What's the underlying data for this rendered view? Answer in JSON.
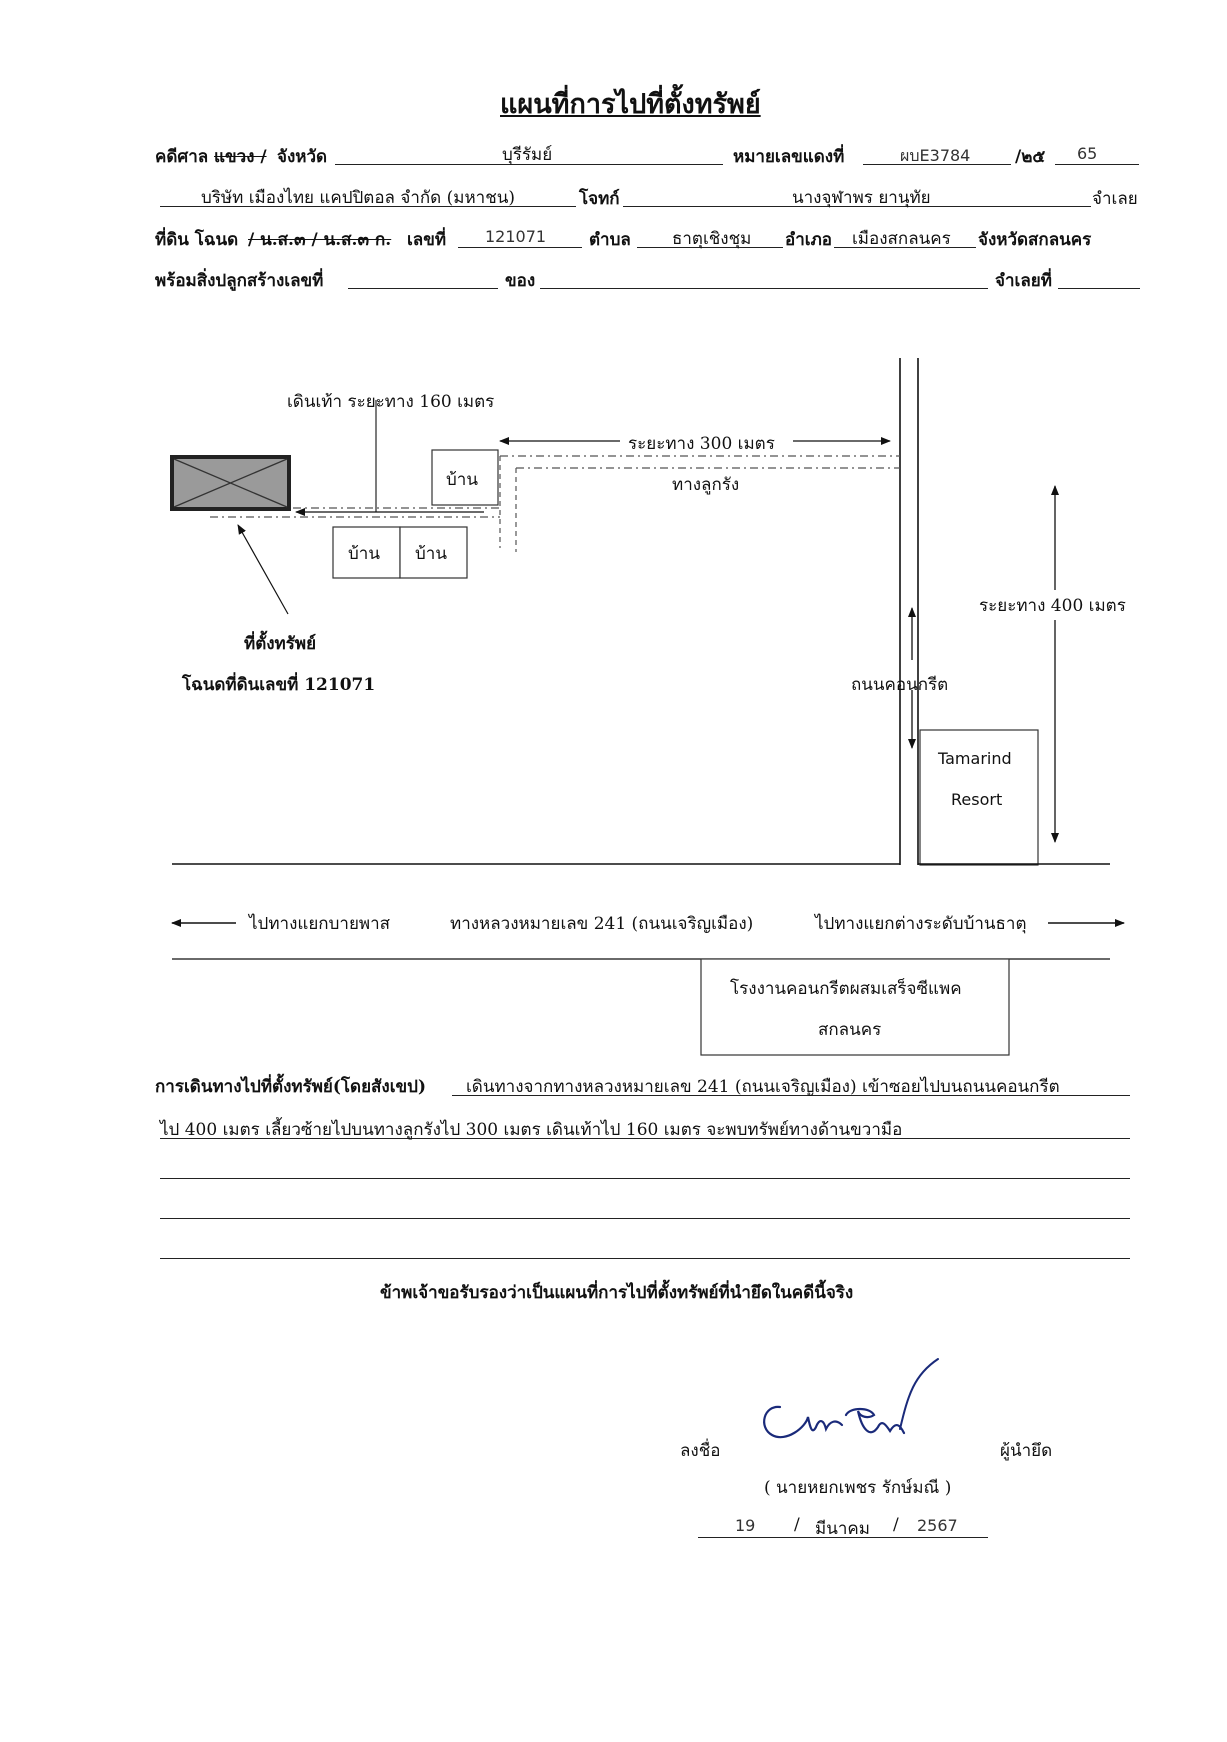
{
  "title": "แผนที่การไปที่ตั้งทรัพย์",
  "header": {
    "court_label": "คดีศาล",
    "court_strike": "แขวง /",
    "court_province_label": "จังหวัด",
    "court_province_value": "บุรีรัมย์",
    "redcase_label": "หมายเลขแดงที่",
    "redcase_value": "ผบE3784",
    "year_sep": "/๒๕",
    "year_value": "65",
    "plaintiff_value": "บริษัท เมืองไทย แคปปิตอล จำกัด (มหาชน)",
    "plaintiff_label": "โจทก์",
    "defendant_value": "นางจุฬาพร ยานุทัย",
    "defendant_label": "จำเลย",
    "land_label": "ที่ดิน โฉนด",
    "land_strike": "/ น.ส.๓ / น.ส.๓ ก.",
    "number_label": "เลขที่",
    "number_value": "121071",
    "tambon_label": "ตำบล",
    "tambon_value": "ธาตุเชิงชุม",
    "amphoe_label": "อำเภอ",
    "amphoe_value": "เมืองสกลนคร",
    "province_label": "จังหวัดสกลนคร",
    "building_label": "พร้อมสิ่งปลูกสร้างเลขที่",
    "of_label": "ของ",
    "defendant_no_label": "จำเลยที่"
  },
  "map": {
    "walk_label": "เดินเท้า ระยะทาง 160 เมตร",
    "dist300_label": "ระยะทาง 300 เมตร",
    "lane_label": "ทางลูกรัง",
    "house_label": "บ้าน",
    "dist400_label": "ระยะทาง 400 เมตร",
    "property_label": "ที่ตั้งทรัพย์",
    "deed_label": "โฉนดที่ดินเลขที่ 121071",
    "concrete_road_label": "ถนนคอนกรีต",
    "resort_line1": "Tamarind",
    "resort_line2": "Resort",
    "to_bypass": "ไปทางแยกบายพาส",
    "highway_label": "ทางหลวงหมายเลข 241 (ถนนเจริญเมือง)",
    "to_interchange": "ไปทางแยกต่างระดับบ้านธาตุ",
    "plant_line1": "โรงงานคอนกรีตผสมเสร็จซีแพค",
    "plant_line2": "สกลนคร"
  },
  "directions": {
    "label": "การเดินทางไปที่ตั้งทรัพย์(โดยสังเขป)",
    "line1": "เดินทางจากทางหลวงหมายเลข 241 (ถนนเจริญเมือง) เข้าซอยไปบนถนนคอนกรีต",
    "line2": "ไป 400 เมตร เลี้ยวซ้ายไปบนทางลูกรังไป 300 เมตร เดินเท้าไป 160 เมตร จะพบทรัพย์ทางด้านขวามือ"
  },
  "certify": "ข้าพเจ้าขอรับรองว่าเป็นแผนที่การไปที่ตั้งทรัพย์ที่นำยึดในคดีนี้จริง",
  "signature": {
    "sign_label": "ลงชื่อ",
    "role_label": "ผู้นำยึด",
    "name": "( นายหยกเพชร รักษ์มณี )",
    "day": "19",
    "month": "มีนาคม",
    "year": "2567",
    "sep": "/"
  }
}
